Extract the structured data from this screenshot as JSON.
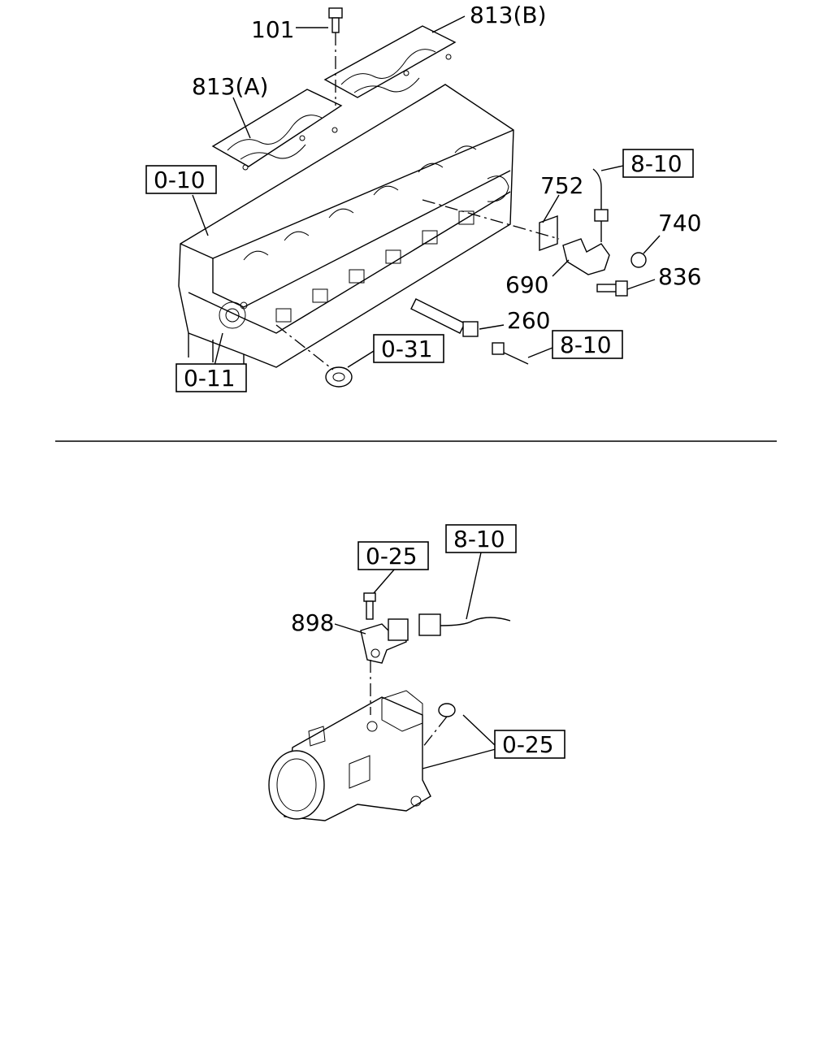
{
  "top": {
    "callouts": [
      "101",
      "813(B)",
      "813(A)",
      "752",
      "740",
      "690",
      "836",
      "260"
    ],
    "boxed_refs": [
      "0-10",
      "8-10",
      "8-10",
      "0-31",
      "0-11"
    ]
  },
  "bottom": {
    "callouts": [
      "898"
    ],
    "boxed_refs": [
      "0-25",
      "8-10",
      "0-25"
    ]
  }
}
